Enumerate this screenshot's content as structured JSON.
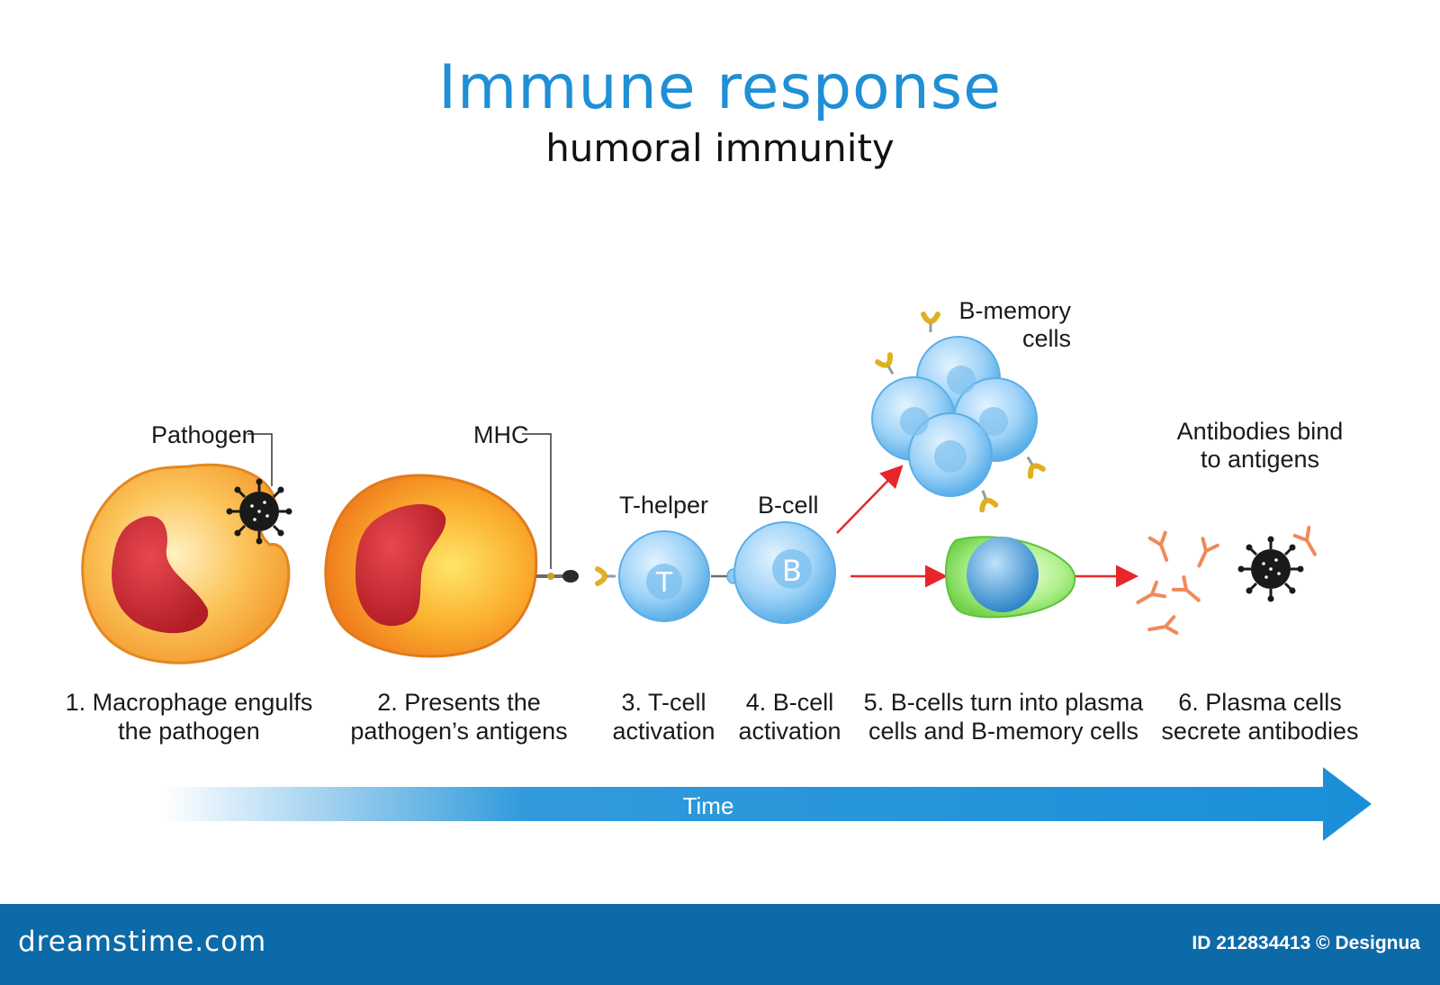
{
  "header": {
    "title": "Immune response",
    "subtitle": "humoral immunity"
  },
  "labels": {
    "pathogen": "Pathogen",
    "mhc": "MHC",
    "t_helper": "T-helper",
    "b_cell": "B-cell",
    "b_memory_line1": "B-memory",
    "b_memory_line2": "cells",
    "antibodies_line1": "Antibodies bind",
    "antibodies_line2": "to antigens",
    "t_letter": "T",
    "b_letter": "B"
  },
  "steps": [
    {
      "line1": "1. Macrophage engulfs",
      "line2": "the pathogen"
    },
    {
      "line1": "2. Presents the",
      "line2": "pathogen’s antigens"
    },
    {
      "line1": "3. T-cell",
      "line2": "activation"
    },
    {
      "line1": "4. B-cell",
      "line2": "activation"
    },
    {
      "line1": "5. B-cells turn into plasma",
      "line2": "cells and B-memory cells"
    },
    {
      "line1": "6. Plasma cells",
      "line2": "secrete antibodies"
    }
  ],
  "timeline": {
    "label": "Time"
  },
  "footer": {
    "brand": "dreamstime.com",
    "stock_id": "ID 212834413 © Designua"
  },
  "colors": {
    "title": "#1f8fd6",
    "timeline": "#1a8fd8",
    "arrow": "#e8262a",
    "footer": "#0d6aa8",
    "macrophage": "#f7a733",
    "nucleus": "#c8282f",
    "lymphocyte": "#7cc0ef",
    "plasma_cell": "#8ee36a",
    "antibody": "#ef8a5a"
  }
}
